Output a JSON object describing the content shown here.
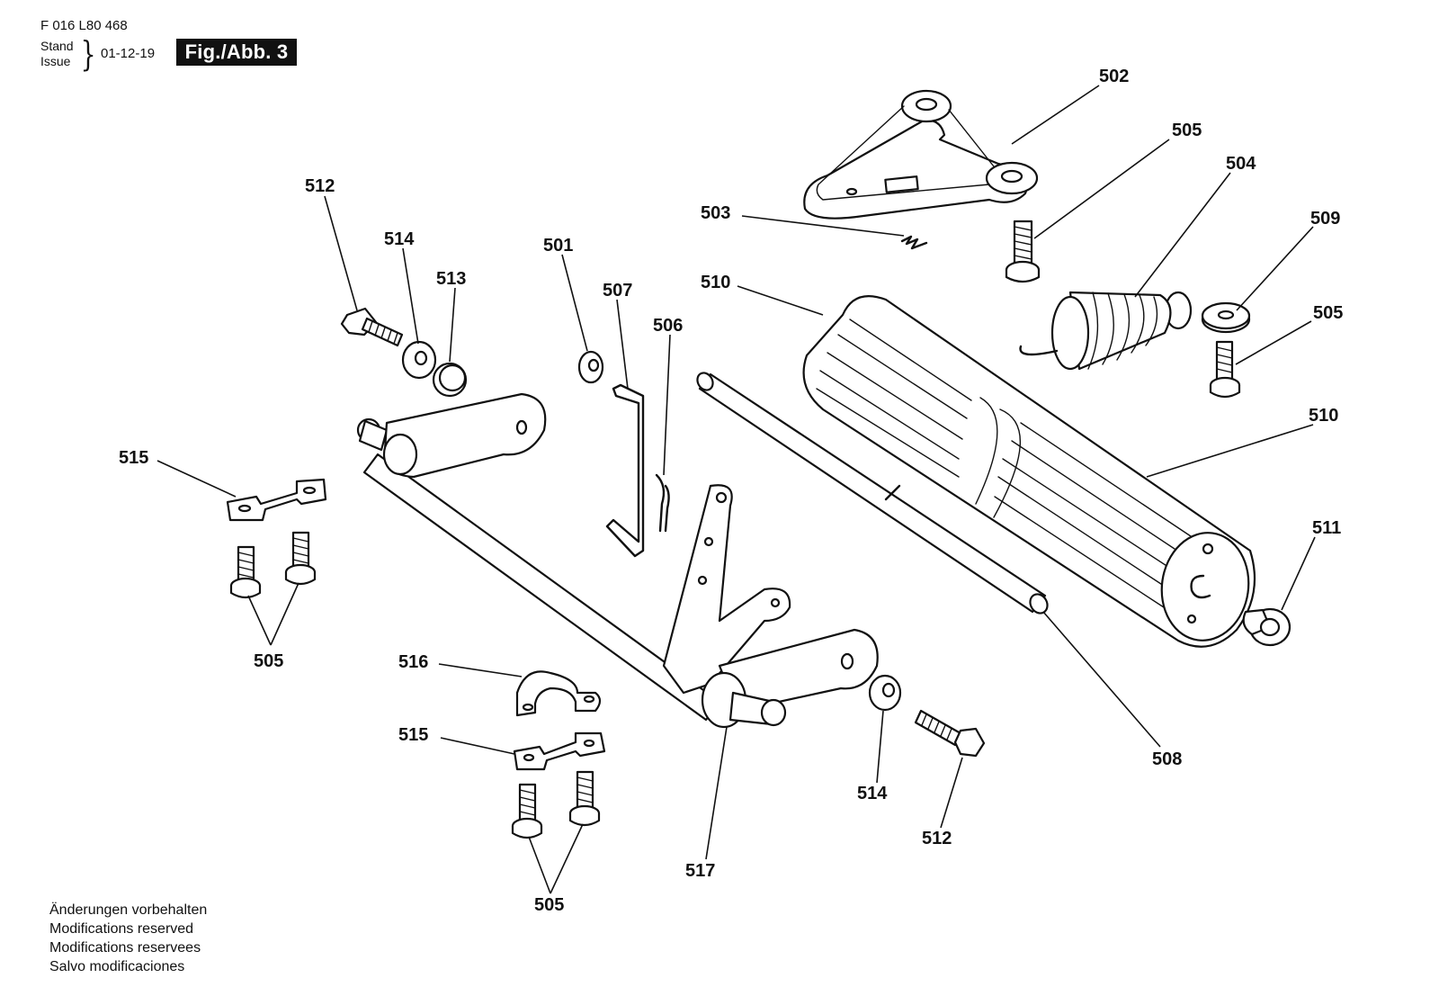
{
  "header": {
    "doc_number": "F 016 L80 468",
    "stand_label": "Stand",
    "issue_label": "Issue",
    "date": "01-12-19",
    "figure": "Fig./Abb. 3"
  },
  "footer_notes": [
    "Änderungen vorbehalten",
    "Modifications reserved",
    "Modifications reservees",
    "Salvo modificaciones"
  ],
  "part_labels": {
    "p502": "502",
    "p505_a": "505",
    "p504": "504",
    "p509": "509",
    "p505_b": "505",
    "p503": "503",
    "p510_a": "510",
    "p510_b": "510",
    "p511": "511",
    "p512_a": "512",
    "p514_a": "514",
    "p513": "513",
    "p501": "501",
    "p507": "507",
    "p506": "506",
    "p515_a": "515",
    "p505_c": "505",
    "p516": "516",
    "p515_b": "515",
    "p505_d": "505",
    "p517": "517",
    "p514_b": "514",
    "p512_b": "512",
    "p508": "508"
  }
}
